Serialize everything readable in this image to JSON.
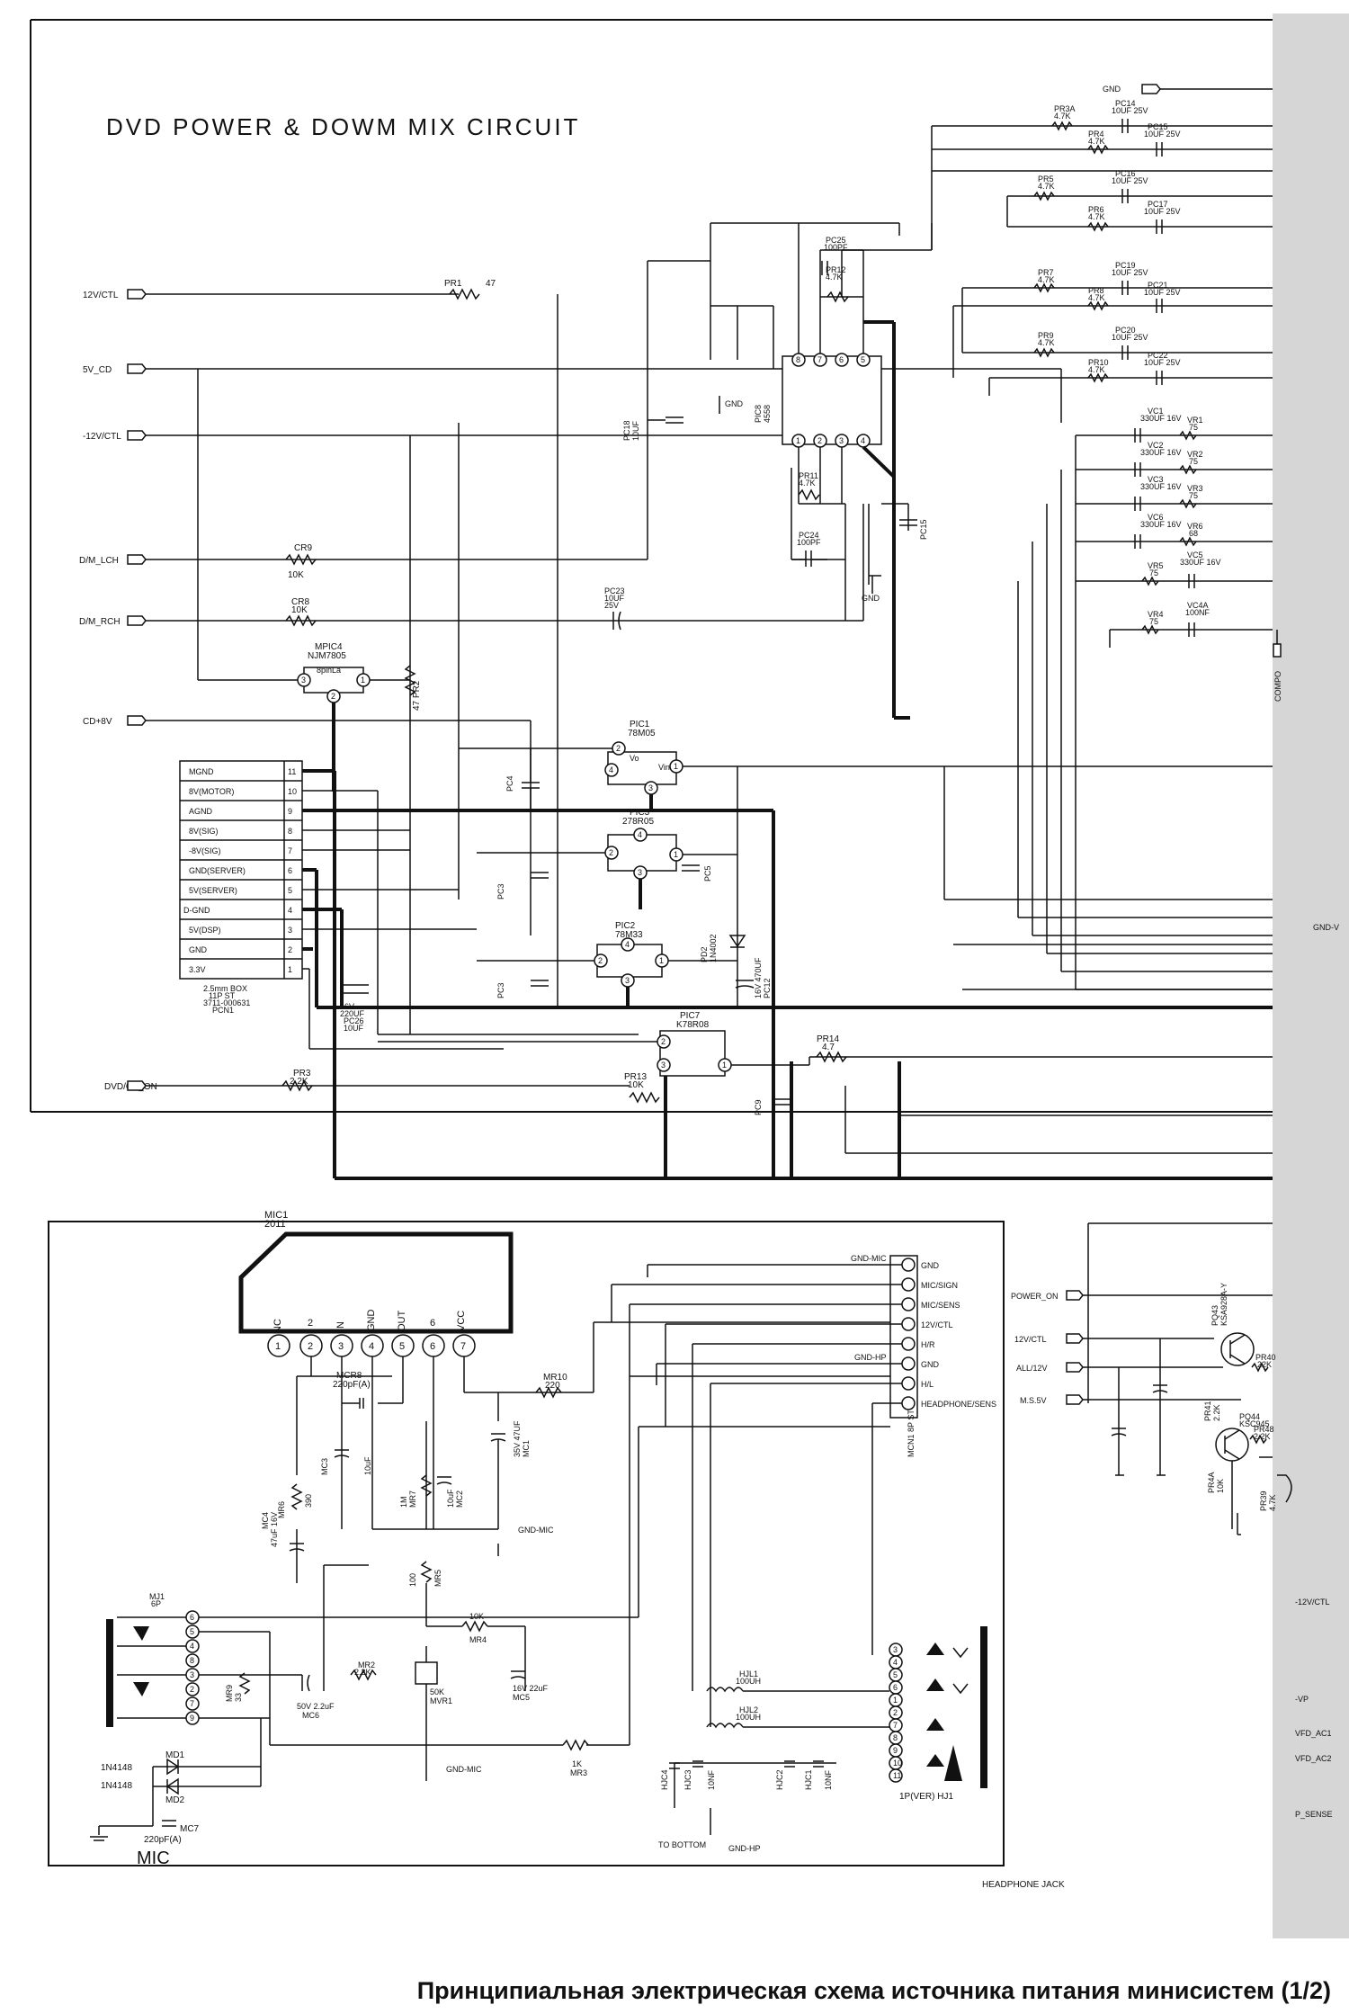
{
  "title": "DVD POWER & DOWM MIX CIRCUIT",
  "caption": "Принципиальная электрическая схема источника питания минисистем (1/2)",
  "colors": {
    "ink": "#111111",
    "panel": "#d6d6d6",
    "background": "#ffffff"
  },
  "left_signals": {
    "s12v": "12V/CTL",
    "s5vcd": "5V_CD",
    "sm12v": "-12V/CTL",
    "dmlch": "D/M_LCH",
    "dmrch": "D/M_RCH",
    "cd8v": "CD+8V",
    "dvdcd": "DVD/CD_ON"
  },
  "connector": {
    "pins": [
      {
        "label": "MGND",
        "num": "11"
      },
      {
        "label": "8V(MOTOR)",
        "num": "10"
      },
      {
        "label": "AGND",
        "num": "9"
      },
      {
        "label": "8V(SIG)",
        "num": "8"
      },
      {
        "label": "-8V(SIG)",
        "num": "7"
      },
      {
        "label": "GND(SERVER)",
        "num": "6"
      },
      {
        "label": "5V(SERVER)",
        "num": "5"
      },
      {
        "label": "D-GND",
        "num": "4"
      },
      {
        "label": "5V(DSP)",
        "num": "3"
      },
      {
        "label": "GND",
        "num": "2"
      },
      {
        "label": "3.3V",
        "num": "1"
      }
    ],
    "note": [
      "2.5mm BOX",
      "11P ST",
      "3711-000631",
      "PCN1"
    ]
  },
  "regulators": {
    "mpic4": {
      "name": "MPIC4",
      "part": "NJM7805"
    },
    "pic1": {
      "name": "PIC1",
      "part": "78M05"
    },
    "pic3": {
      "name": "PIC3",
      "part": "278R05"
    },
    "pic2": {
      "name": "PIC2",
      "part": "78M33"
    },
    "pic7": {
      "name": "PIC7",
      "part": "K78R08"
    },
    "pic8": {
      "name": "PIC8",
      "part": "4558"
    }
  },
  "parts": {
    "pr1": "PR1",
    "pr1v": "47",
    "cr9": "CR9",
    "cr9v": "10K",
    "cr8": "CR8",
    "cr8v": "10K",
    "pc23": "PC23",
    "pc23v": "10UF",
    "pc23r": "25V",
    "pr2": "47 PR2",
    "pr3": "PR3",
    "pr3v": "2.2K",
    "pr13": "PR13",
    "pr13v": "10K",
    "pr14": "PR14",
    "pr14v": "4.7",
    "pc24": "PC24",
    "pc24v": "100PF",
    "pr11": "PR11",
    "pr11v": "4.7K",
    "pc25": "PC25",
    "pc25v": "100PF",
    "pr12": "PR12",
    "pr12v": "4.7K",
    "pc26": "PC26",
    "pc26v": "10UF",
    "pc12": "PC12",
    "pc12v": "16V 470UF",
    "pd2": "PD2",
    "pd2v": "1N4002",
    "pc18": "PC18",
    "pc18v": "10UF"
  },
  "mix_parts": {
    "r": [
      {
        "n": "PR3A",
        "v": "4.7K"
      },
      {
        "n": "PR4",
        "v": "4.7K"
      },
      {
        "n": "PR5",
        "v": "4.7K"
      },
      {
        "n": "PR6",
        "v": "4.7K"
      },
      {
        "n": "PR7",
        "v": "4.7K"
      },
      {
        "n": "PR8",
        "v": "4.7K"
      },
      {
        "n": "PR9",
        "v": "4.7K"
      },
      {
        "n": "PR10",
        "v": "4.7K"
      }
    ],
    "c": [
      {
        "n": "PC14",
        "v": "10UF 25V"
      },
      {
        "n": "PC15",
        "v": "10UF 25V"
      },
      {
        "n": "PC16",
        "v": "10UF 25V"
      },
      {
        "n": "PC17",
        "v": "10UF 25V"
      },
      {
        "n": "PC19",
        "v": "10UF 25V"
      },
      {
        "n": "PC21",
        "v": "10UF 25V"
      },
      {
        "n": "PC20",
        "v": "10UF 25V"
      },
      {
        "n": "PC22",
        "v": "10UF 25V"
      }
    ],
    "vr": [
      {
        "n": "VR1",
        "v": "75"
      },
      {
        "n": "VR2",
        "v": "75"
      },
      {
        "n": "VR3",
        "v": "75"
      },
      {
        "n": "VR6",
        "v": "68"
      },
      {
        "n": "VR5",
        "v": "75"
      },
      {
        "n": "VR4",
        "v": "75"
      }
    ],
    "vc": [
      {
        "n": "VC1",
        "v": "330UF 16V"
      },
      {
        "n": "VC2",
        "v": "330UF 16V"
      },
      {
        "n": "VC3",
        "v": "330UF 16V"
      },
      {
        "n": "VC6",
        "v": "330UF 16V"
      },
      {
        "n": "VC5",
        "v": "330UF 16V"
      },
      {
        "n": "VC4A",
        "v": "100NF"
      }
    ],
    "gnd": "GND",
    "compo": "COMPO",
    "gndv": "GND-V"
  },
  "mic": {
    "ic_name": "MIC1",
    "ic_part": "2011",
    "ic_pins": [
      {
        "num": "1",
        "lbl": "NC"
      },
      {
        "num": "2",
        "lbl": "2"
      },
      {
        "num": "3",
        "lbl": "IN"
      },
      {
        "num": "4",
        "lbl": "GND"
      },
      {
        "num": "5",
        "lbl": "OUT"
      },
      {
        "num": "6",
        "lbl": "6"
      },
      {
        "num": "7",
        "lbl": "VCC"
      }
    ],
    "jack": [
      "GND",
      "MIC/SIGN",
      "MIC/SENS",
      "12V/CTL",
      "H/R",
      "GND",
      "H/L",
      "HEADPHONE/SENS"
    ],
    "jack_name": "MCN1 8P ST",
    "gnd_mic": "GND-MIC",
    "gnd_hp": "GND-HP",
    "mcr8": "MCR8",
    "mcr8v": "220pF(A)",
    "mr10": "MR10",
    "mr10v": "220",
    "mc1": "MC1",
    "mc1v": "35V 47UF",
    "mr6": "MR6",
    "mr6v": "390",
    "mc4": "MC4",
    "mc4v": "47uF 16V",
    "mc3": "MC3",
    "mc3v": "10uF",
    "mr7": "MR7",
    "mr7v": "1M",
    "mc2": "MC2",
    "mc2v": "10uF",
    "mr5": "MR5",
    "mr5v": "100",
    "mr4": "MR4",
    "mr4v": "10K",
    "mr2": "MR2",
    "mr2v": "2.2K",
    "mc6": "MC6",
    "mc6v": "50V 2.2uF",
    "mvr1": "MVR1",
    "mvr1v": "50K",
    "mc5": "MC5",
    "mc5v": "16V 22uF",
    "mr3": "MR3",
    "mr3v": "1K",
    "mj1": "MJ1",
    "mj1v": "6P",
    "mr9": "MR9",
    "mr9v": "33",
    "md1": "MD1",
    "md2": "MD2",
    "diode": "1N4148",
    "mc7": "MC7",
    "mc7v": "220pF(A)",
    "label": "MIC"
  },
  "hp": {
    "hjl1": "HJL1",
    "hjl1v": "100UH",
    "hjl2": "HJL2",
    "hjl2v": "100UH",
    "hjc": [
      "HJC4",
      "HJC3",
      "HJC2",
      "HJC1"
    ],
    "hjcv": "10NF",
    "hj1": "1P(VER) HJ1",
    "to_bottom": "TO BOTTOM",
    "label": "HEADPHONE JACK"
  },
  "right_power": {
    "power_on": "POWER_ON",
    "s12v": "12V/CTL",
    "all12v": "ALL/12V",
    "ms5v": "M.S.5V",
    "pq43": "PQ43",
    "pq43v": "KSA928A-Y",
    "pq44": "PQ44",
    "pq44v": "KSC945",
    "pr40": "PR40",
    "pr40v": "22K",
    "pr41": "PR41",
    "pr41v": "2.2K",
    "pr48": "PR48",
    "pr48v": "2.2K",
    "pr4a": "PR4A",
    "pr4av": "10K",
    "pr39": "PR39",
    "pr39v": "4.7K"
  },
  "panel_labels": {
    "m12v": "-12V/CTL",
    "vp": "-VP",
    "vfd1": "VFD_AC1",
    "vfd2": "VFD_AC2",
    "psense": "P_SENSE"
  }
}
